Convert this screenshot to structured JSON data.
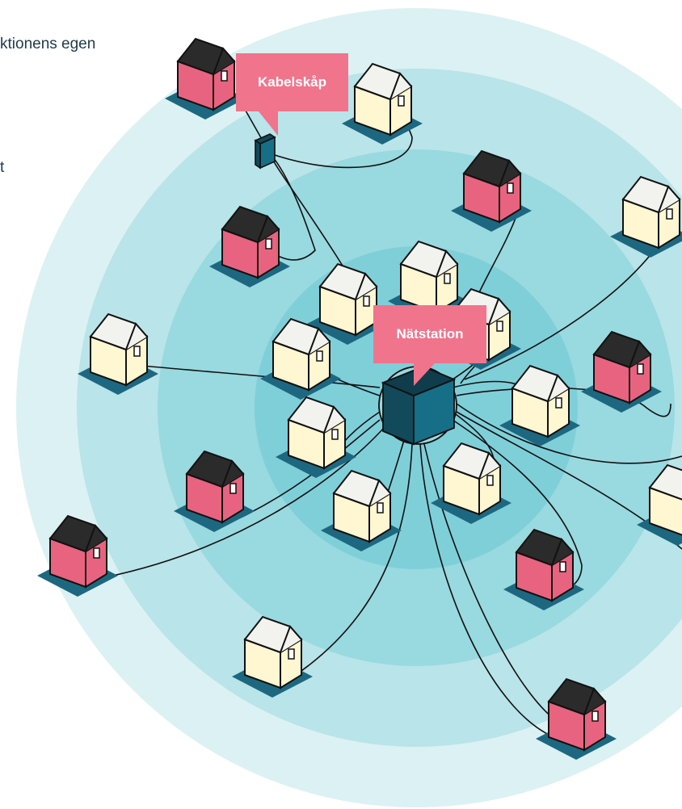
{
  "side_text": "ktionens egen",
  "side_fragment": "t",
  "callouts": {
    "cabinet": "Kabelskåp",
    "substation": "Nätstation"
  },
  "colors": {
    "ring_outer": "#dcf1f3",
    "ring_2": "#b9e4e9",
    "ring_3": "#99d9e0",
    "ring_inner": "#7fcfd9",
    "callout": "#f0748c",
    "house_pink": "#e8637f",
    "house_cream": "#fff6d2",
    "roof_dark": "#2b2b2b",
    "roof_light": "#f2f2ee",
    "pad": "#1d6880",
    "box_front": "#176e87",
    "box_top": "#12495b"
  }
}
